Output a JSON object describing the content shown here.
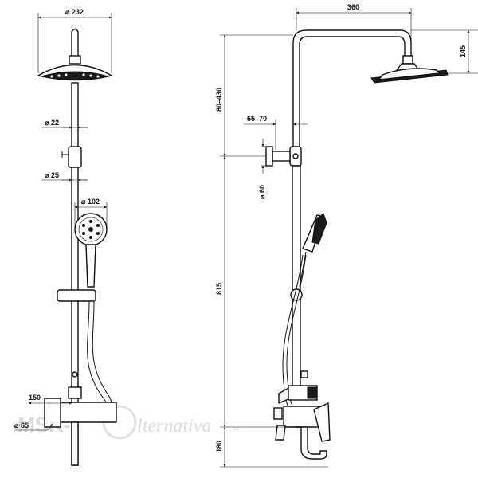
{
  "front_view": {
    "dia_head": "232",
    "dia_pipe_upper": "22",
    "dia_pipe_lower": "25",
    "dia_hand_shower": "102",
    "spout_length": "150",
    "dia_outlet": "65"
  },
  "side_view": {
    "arm_length": "360",
    "head_drop": "145",
    "height_adjust": "80–430",
    "holder_offset": "55–70",
    "holder_dia": "60",
    "rail_height": "815",
    "mixer_height": "180"
  },
  "watermark": {
    "brand_left": "MSK-T",
    "brand_right": "lternativa",
    "domain": ".ru"
  }
}
